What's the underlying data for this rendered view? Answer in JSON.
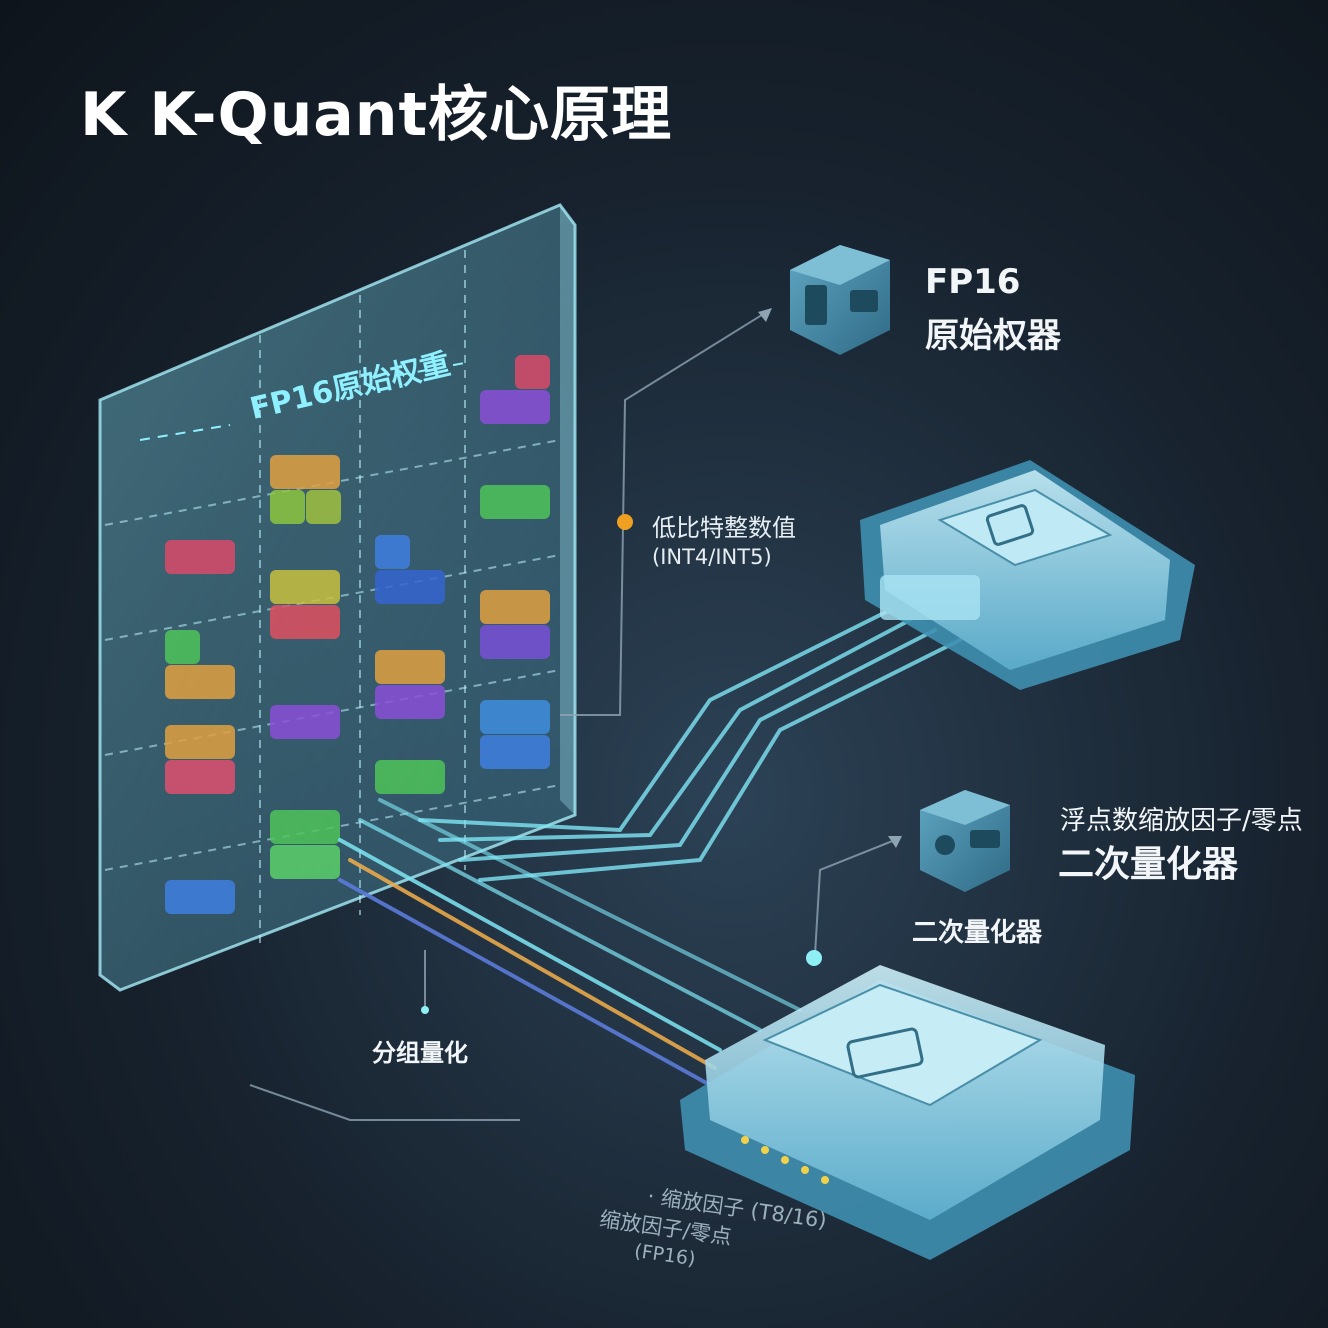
{
  "title": "K  K-Quant核心原理",
  "panel": {
    "title": "FP16原始权重"
  },
  "fp16_unit": {
    "line1": "FP16",
    "line2": "原始权器"
  },
  "int_label": {
    "line1": "低比特整数值",
    "line2": "(INT4/INT5)"
  },
  "second_quant_unit": {
    "line1": "浮点数缩放因子/零点",
    "line2": "二次量化器"
  },
  "second_quant_label": "二次量化器",
  "group_label": "分组量化",
  "scale_label": {
    "line1": "· 缩放因子 (T8/16)",
    "line2": "缩放因子/零点",
    "line3": "(FP16)"
  },
  "colors": {
    "accent_cyan": "#7fe6f5",
    "connector_orange": "#e8a94a",
    "connector_blue": "#5b7bd8",
    "dot_orange": "#f0a020",
    "dot_cyan": "#8ef0f5"
  }
}
